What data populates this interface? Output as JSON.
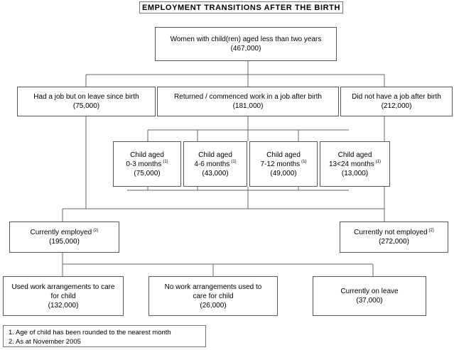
{
  "title": "EMPLOYMENT TRANSITIONS AFTER THE BIRTH",
  "nodes": {
    "root": {
      "label": "Women with child(ren) aged less than two years",
      "value": "(467,000)"
    },
    "on_leave": {
      "label": "Had a job but on leave since birth",
      "value": "(75,000)"
    },
    "returned": {
      "label": "Returned / commenced work in a job after birth",
      "value": "(181,000)"
    },
    "no_job": {
      "label": "Did not have a job after birth",
      "value": "(212,000)"
    },
    "age_0_3": {
      "label_1": "Child aged",
      "label_2": "0-3 months",
      "footnote_ref": "(1)",
      "value": "(75,000)"
    },
    "age_4_6": {
      "label_1": "Child aged",
      "label_2": "4-6 months",
      "footnote_ref": "(1)",
      "value": "(43,000)"
    },
    "age_7_12": {
      "label_1": "Child aged",
      "label_2": "7-12 months",
      "footnote_ref": "(1)",
      "value": "(49,000)"
    },
    "age_13_24": {
      "label_1": "Child aged",
      "label_2": "13<24 months",
      "footnote_ref": "(1)",
      "value": "(13,000)"
    },
    "employed": {
      "label": "Currently employed",
      "footnote_ref": "(2)",
      "value": "(195,000)"
    },
    "not_employed": {
      "label": "Currently not employed",
      "footnote_ref": "(2)",
      "value": "(272,000)"
    },
    "used_arrangements": {
      "label_1": "Used work arrangements to care",
      "label_2": "for child",
      "value": "(132,000)"
    },
    "no_arrangements": {
      "label_1": "No work arrangements used to",
      "label_2": "care for child",
      "value": "(26,000)"
    },
    "on_leave_now": {
      "label": "Currently on leave",
      "value": "(37,000)"
    }
  },
  "footnotes": [
    "1. Age of child has been rounded to the nearest month",
    "2. As at November 2005"
  ],
  "colors": {
    "border": "#555555",
    "connector": "#666666",
    "background": "#ffffff",
    "text": "#000000"
  }
}
